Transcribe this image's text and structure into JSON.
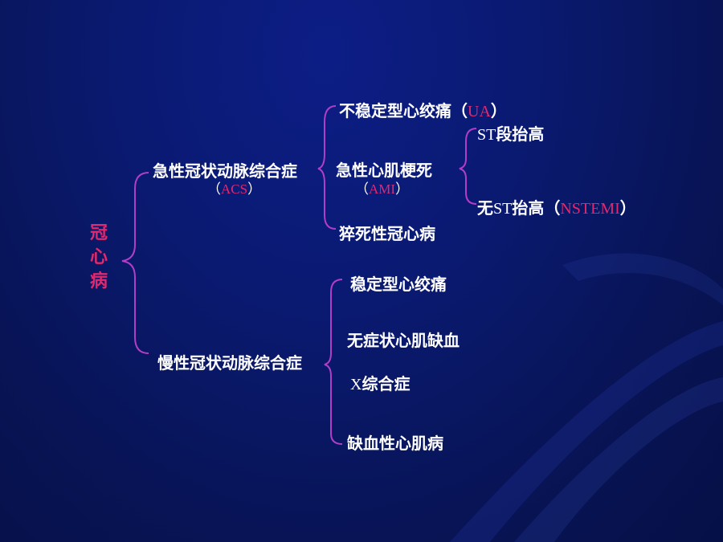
{
  "root": {
    "label": "冠心病"
  },
  "acs": {
    "label": "急性冠状动脉综合症",
    "open": "（",
    "abbr": "ACS",
    "close": "）",
    "children": {
      "ua": {
        "label": "不稳定型心绞痛",
        "open": "（",
        "abbr": "UA",
        "close": "）"
      },
      "ami": {
        "label": "急性心肌梗死",
        "open": "（",
        "abbr": "AMI",
        "close": "）",
        "children": {
          "st_elev": {
            "prefix": "ST",
            "label": "段抬高"
          },
          "nstemi": {
            "prefix_cn": "无",
            "st": "ST",
            "label": "抬高",
            "open": "（",
            "abbr": "NSTEMI",
            "close": "）"
          }
        }
      },
      "sudden": {
        "label": "猝死性冠心病"
      }
    }
  },
  "chronic": {
    "label": "慢性冠状动脉综合症",
    "children": {
      "stable": {
        "label": "稳定型心绞痛"
      },
      "silent": {
        "label": "无症状心肌缺血"
      },
      "x": {
        "prefix": "X",
        "label": "综合症"
      },
      "ischemic": {
        "label": "缺血性心肌病"
      }
    }
  },
  "colors": {
    "background": "#0a1a72",
    "accent": "#e0296e",
    "brace": "#b23ec7",
    "text": "#ffffff"
  }
}
